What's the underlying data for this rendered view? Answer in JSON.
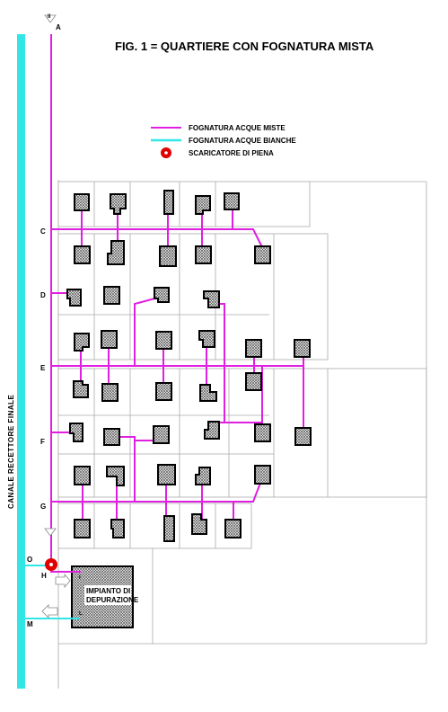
{
  "title": "FIG. 1 = QUARTIERE CON FOGNATURA MISTA",
  "legend": [
    {
      "label": "FOGNATURA ACQUE MISTE",
      "color": "#e020e0",
      "kind": "line"
    },
    {
      "label": "FOGNATURA ACQUE BIANCHE",
      "color": "#33e6e6",
      "kind": "line"
    },
    {
      "label": "SCARICATORE DI PIENA",
      "color": "#e00000",
      "kind": "circle"
    }
  ],
  "nodes": {
    "a_top": "II",
    "a": "A",
    "c": "C",
    "d": "D",
    "e": "E",
    "f": "F",
    "g": "G",
    "o": "O",
    "h": "H",
    "m": "M",
    "i": "I",
    "l": "L"
  },
  "canal_label": "CANALE RECETTORE FINALE",
  "plant": {
    "line1": "IMPIANTO DI",
    "line2": "DEPURAZIONE"
  },
  "colors": {
    "mixed": "#e020e0",
    "white": "#33e6e6",
    "overflow": "#e00000"
  }
}
